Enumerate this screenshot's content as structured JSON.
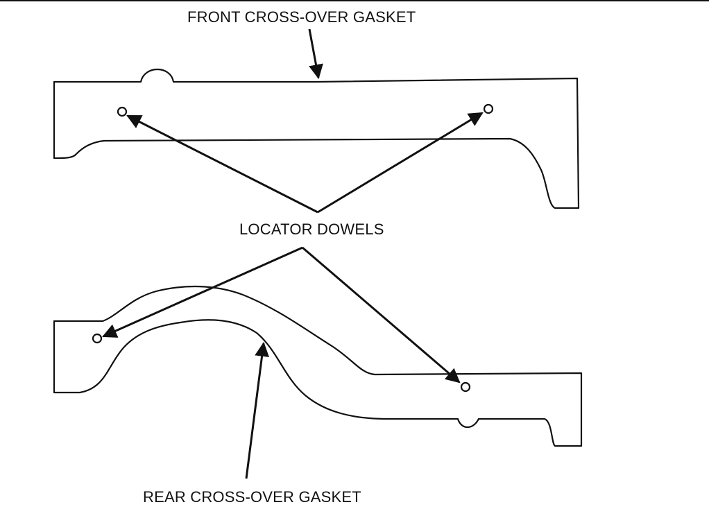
{
  "labels": {
    "front_gasket": "FRONT CROSS-OVER GASKET",
    "locator_dowels": "LOCATOR DOWELS",
    "rear_gasket": "REAR CROSS-OVER GASKET"
  },
  "colors": {
    "line": "#111111",
    "background": "#ffffff"
  }
}
